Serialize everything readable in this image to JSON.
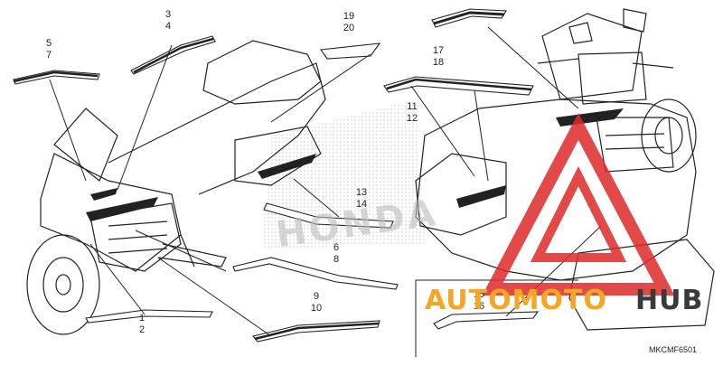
{
  "diagram": {
    "code": "MKCMF6501",
    "background_text": "HONDA",
    "callouts": [
      {
        "id": "c1",
        "line1": "1",
        "line2": "2"
      },
      {
        "id": "c3",
        "line1": "3",
        "line2": "4"
      },
      {
        "id": "c5",
        "line1": "5",
        "line2": "7"
      },
      {
        "id": "c6",
        "line1": "6",
        "line2": "8"
      },
      {
        "id": "c9",
        "line1": "9",
        "line2": "10"
      },
      {
        "id": "c11",
        "line1": "11",
        "line2": "12"
      },
      {
        "id": "c13",
        "line1": "13",
        "line2": "14"
      },
      {
        "id": "c15",
        "line1": "15",
        "line2": "16"
      },
      {
        "id": "c17",
        "line1": "17",
        "line2": "18"
      },
      {
        "id": "c19",
        "line1": "19",
        "line2": "20"
      }
    ]
  },
  "watermark": {
    "text_left": "AUTOMOTO",
    "text_right": "HUB",
    "color_orange": "#f5a623",
    "color_red": "#e02a2a",
    "color_dark": "#3a3a3a"
  }
}
